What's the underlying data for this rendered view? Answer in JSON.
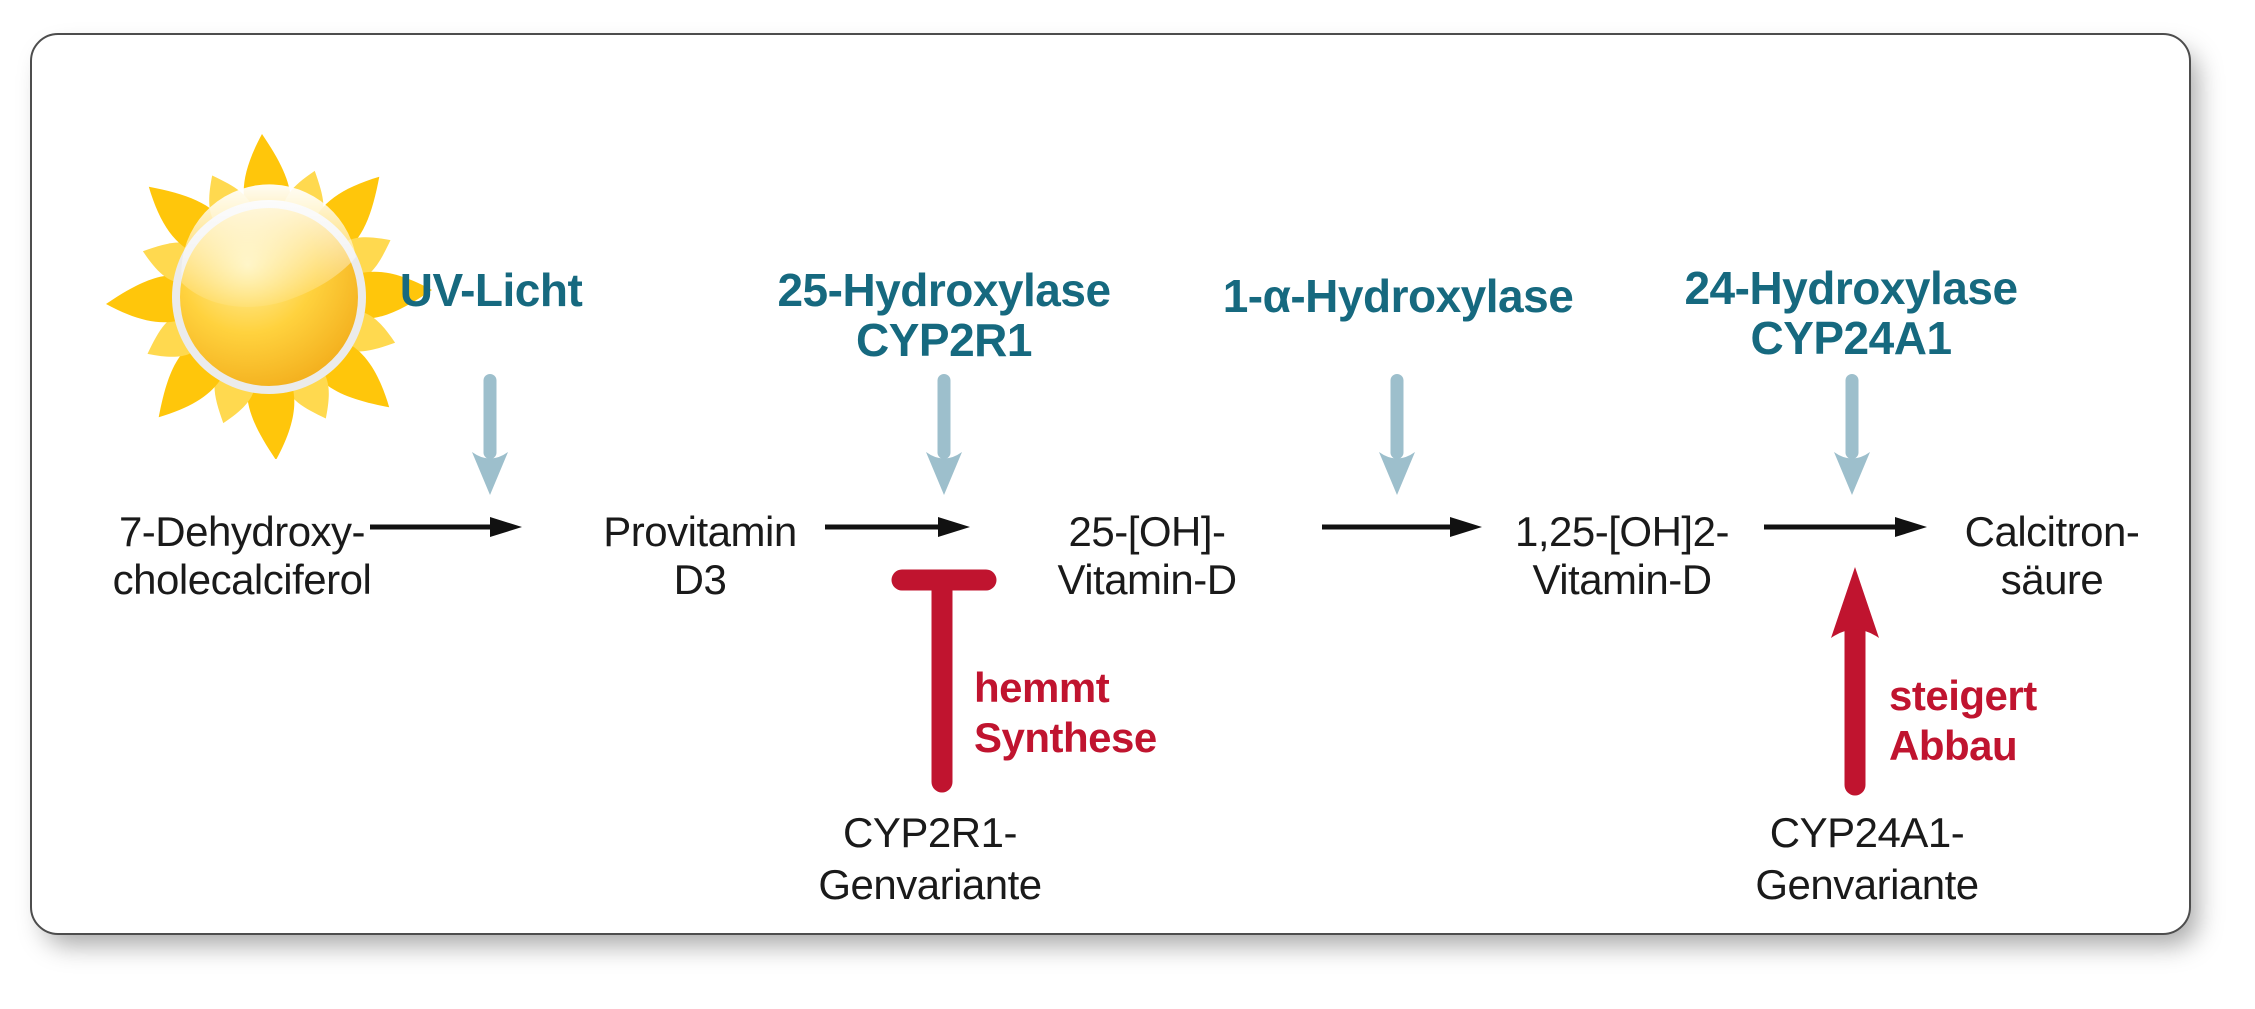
{
  "colors": {
    "teal": "#16697F",
    "red": "#C0142F",
    "arrow_blue": "#9DBFCC",
    "text_black": "#1A1A1A",
    "sun_yellow": "#FFC60B",
    "sun_yellow_light": "#FFD94F"
  },
  "icons": {
    "sun": "sun-icon",
    "down_arrow": "down-arrow-icon",
    "reaction_arrow": "reaction-arrow-icon",
    "inhibition": "inhibition-tbar-icon",
    "up_arrow": "up-arrow-icon"
  },
  "stimulus": {
    "label": "UV-Licht"
  },
  "enzymes": [
    {
      "line1": "25-Hydroxylase",
      "line2": "CYP2R1"
    },
    {
      "line1": "1-α-Hydroxylase",
      "line2": ""
    },
    {
      "line1": "24-Hydroxylase",
      "line2": "CYP24A1"
    }
  ],
  "pathway": [
    {
      "line1": "7-Dehydroxy-",
      "line2": "cholecalciferol"
    },
    {
      "line1": "Provitamin",
      "line2": "D3"
    },
    {
      "line1": "25-[OH]-",
      "line2": "Vitamin-D"
    },
    {
      "line1": "1,25-[OH]2-",
      "line2": "Vitamin-D"
    },
    {
      "line1": "Calcitron-",
      "line2": "säure"
    }
  ],
  "variants": {
    "cyp2r1": {
      "effect1": "hemmt",
      "effect2": "Synthese",
      "name1": "CYP2R1-",
      "name2": "Genvariante"
    },
    "cyp24a1": {
      "effect1": "steigert",
      "effect2": "Abbau",
      "name1": "CYP24A1-",
      "name2": "Genvariante"
    }
  }
}
